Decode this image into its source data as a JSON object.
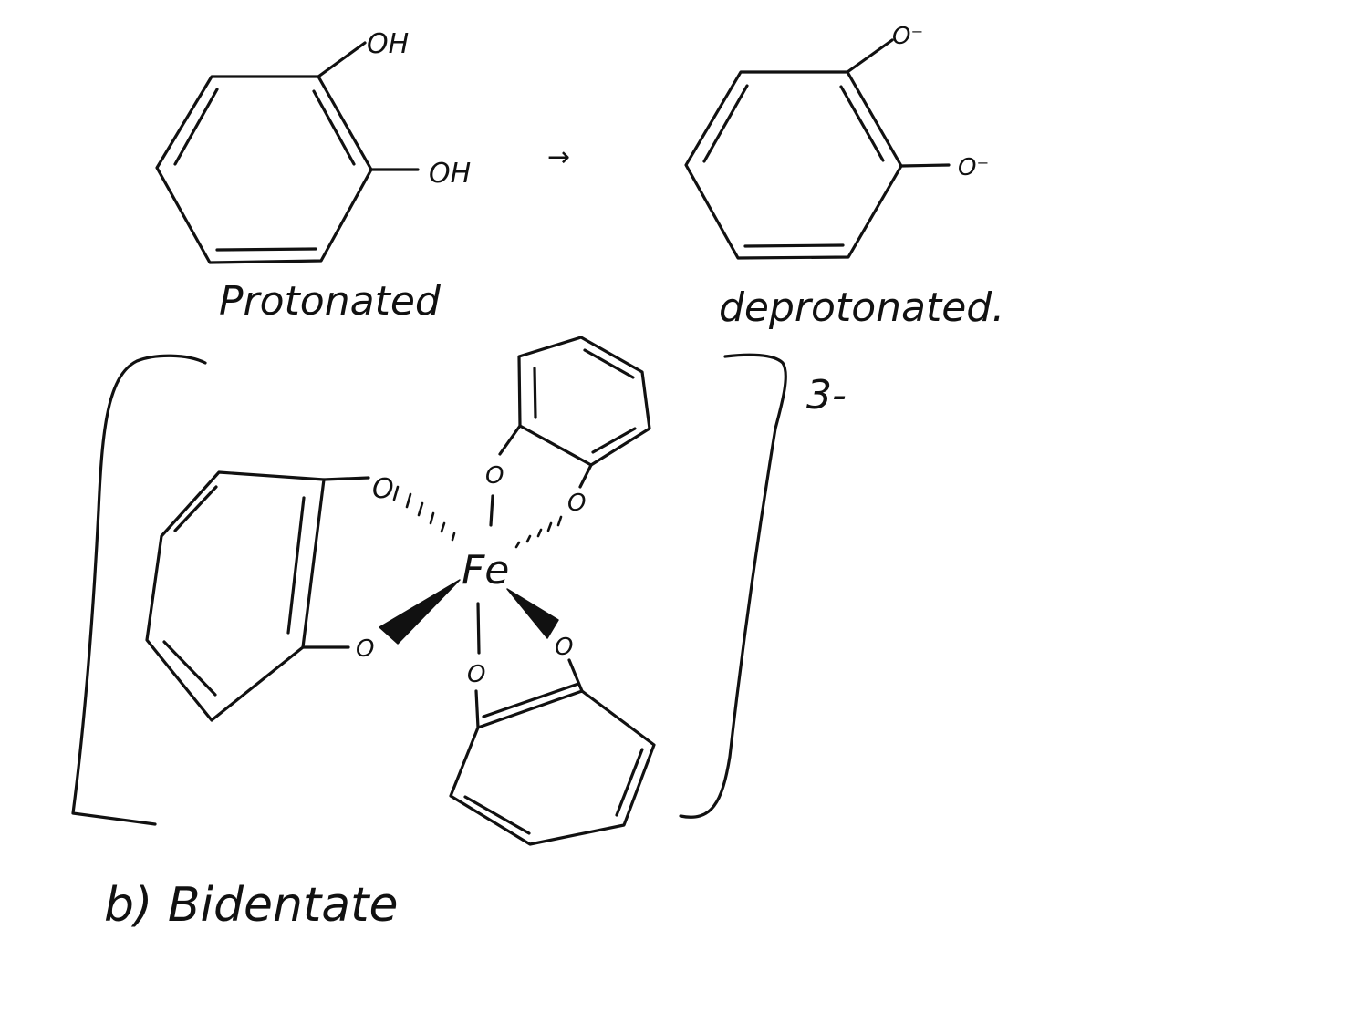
{
  "diagram": {
    "reaction": {
      "arrow": "→",
      "reactant": {
        "caption": "Protonated",
        "substituent_top": "OH",
        "substituent_right": "OH"
      },
      "product": {
        "caption": "deprotonated.",
        "substituent_top": "O⁻",
        "substituent_right": "O⁻"
      }
    },
    "complex": {
      "metal": "Fe",
      "charge": "3-",
      "donor_atom": "O"
    },
    "answer_label": "b) Bidentate"
  }
}
